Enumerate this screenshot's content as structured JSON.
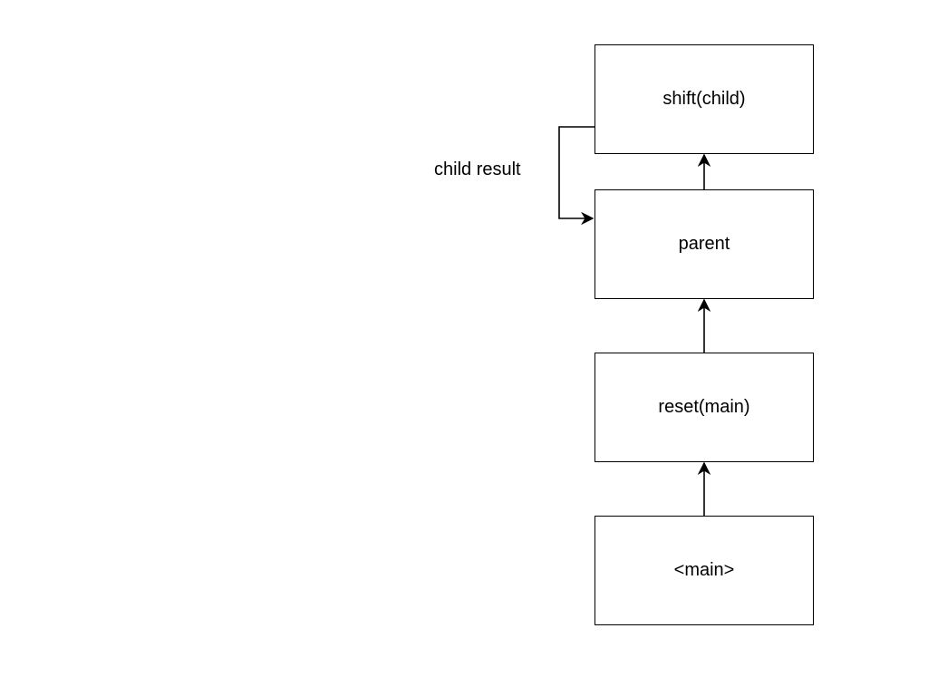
{
  "diagram": {
    "nodes": {
      "shift": "shift(child)",
      "parent": "parent",
      "reset": "reset(main)",
      "main": "<main>"
    },
    "edges": {
      "child_result_label": "child result"
    },
    "colors": {
      "stroke": "#000000",
      "fill": "#ffffff",
      "text": "#000000"
    }
  }
}
